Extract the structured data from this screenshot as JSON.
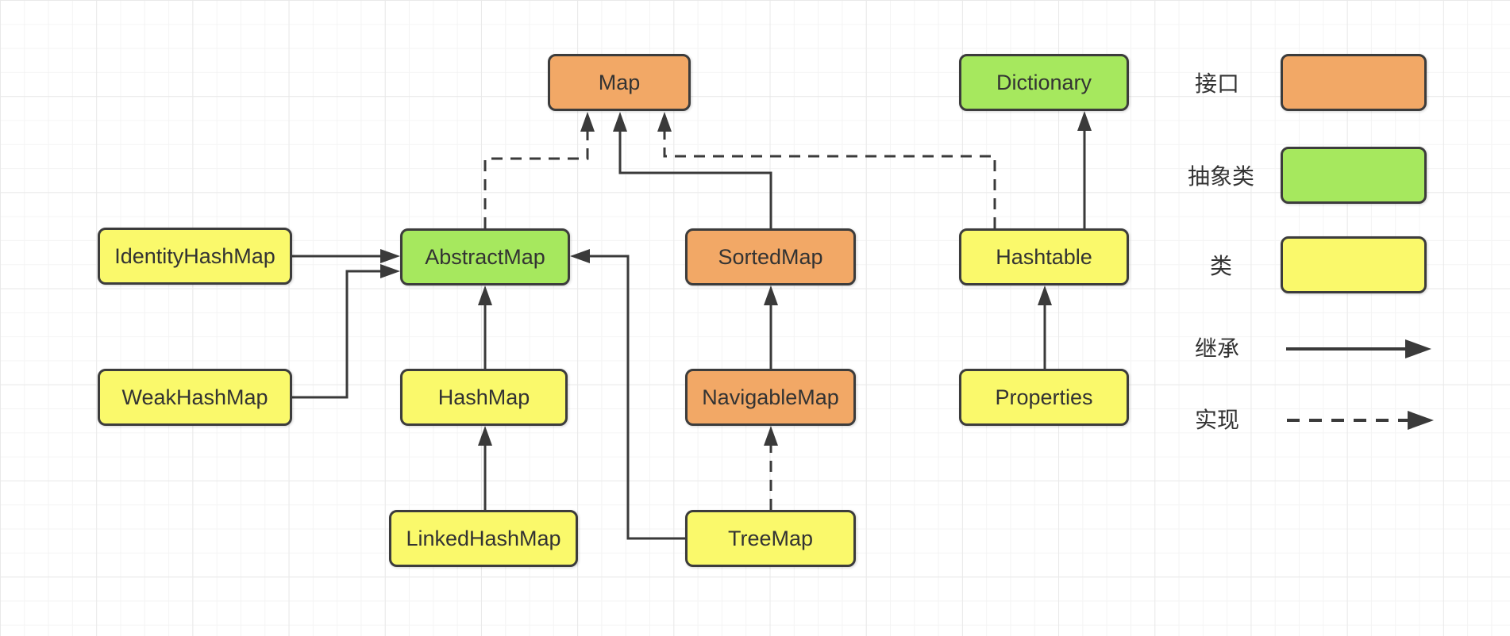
{
  "nodes": [
    {
      "id": "map",
      "label": "Map",
      "type": "interface"
    },
    {
      "id": "dictionary",
      "label": "Dictionary",
      "type": "abstract"
    },
    {
      "id": "identityhashmap",
      "label": "IdentityHashMap",
      "type": "class"
    },
    {
      "id": "abstractmap",
      "label": "AbstractMap",
      "type": "abstract"
    },
    {
      "id": "sortedmap",
      "label": "SortedMap",
      "type": "interface"
    },
    {
      "id": "hashtable",
      "label": "Hashtable",
      "type": "class"
    },
    {
      "id": "weakhashmap",
      "label": "WeakHashMap",
      "type": "class"
    },
    {
      "id": "hashmap",
      "label": "HashMap",
      "type": "class"
    },
    {
      "id": "navigablemap",
      "label": "NavigableMap",
      "type": "interface"
    },
    {
      "id": "properties",
      "label": "Properties",
      "type": "class"
    },
    {
      "id": "linkedhashmap",
      "label": "LinkedHashMap",
      "type": "class"
    },
    {
      "id": "treemap",
      "label": "TreeMap",
      "type": "class"
    }
  ],
  "edges": [
    {
      "from": "AbstractMap",
      "to": "Map",
      "relation": "实现",
      "style": "dashed"
    },
    {
      "from": "SortedMap",
      "to": "Map",
      "relation": "继承",
      "style": "solid"
    },
    {
      "from": "Hashtable",
      "to": "Map",
      "relation": "实现",
      "style": "dashed"
    },
    {
      "from": "Hashtable",
      "to": "Dictionary",
      "relation": "继承",
      "style": "solid"
    },
    {
      "from": "IdentityHashMap",
      "to": "AbstractMap",
      "relation": "继承",
      "style": "solid"
    },
    {
      "from": "WeakHashMap",
      "to": "AbstractMap",
      "relation": "继承",
      "style": "solid"
    },
    {
      "from": "HashMap",
      "to": "AbstractMap",
      "relation": "继承",
      "style": "solid"
    },
    {
      "from": "LinkedHashMap",
      "to": "HashMap",
      "relation": "继承",
      "style": "solid"
    },
    {
      "from": "NavigableMap",
      "to": "SortedMap",
      "relation": "继承",
      "style": "solid"
    },
    {
      "from": "TreeMap",
      "to": "NavigableMap",
      "relation": "实现",
      "style": "dashed"
    },
    {
      "from": "TreeMap",
      "to": "AbstractMap",
      "relation": "继承",
      "style": "solid"
    },
    {
      "from": "Properties",
      "to": "Hashtable",
      "relation": "继承",
      "style": "solid"
    }
  ],
  "legend": {
    "interface_label": "接口",
    "abstract_label": "抽象类",
    "class_label": "类",
    "inheritance_label": "继承",
    "implementation_label": "实现"
  },
  "colors": {
    "interface_fill": "#F2A866",
    "abstract_fill": "#A6E85E",
    "class_fill": "#FAF96B",
    "shape_border": "#3C3C3C",
    "line": "#3A3A3A",
    "text": "#333333",
    "grid_minor": "#F4F4F4",
    "grid_major": "#E9E9E9",
    "background": "#FFFFFF"
  }
}
